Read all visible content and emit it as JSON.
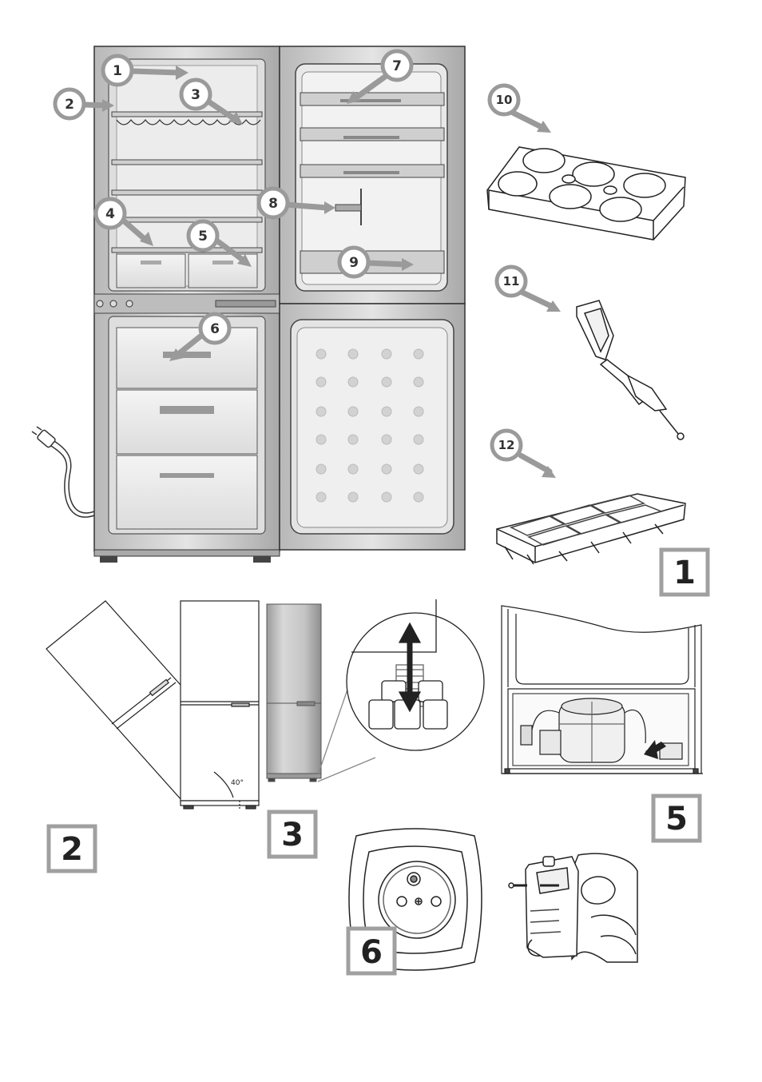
{
  "callouts": {
    "c1": "1",
    "c2": "2",
    "c3": "3",
    "c4": "4",
    "c5": "5",
    "c6": "6",
    "c7": "7",
    "c8": "8",
    "c9": "9",
    "c10": "10",
    "c11": "11",
    "c12": "12"
  },
  "figures": {
    "f1": "1",
    "f2": "2",
    "f3": "3",
    "f5": "5",
    "f6": "6"
  },
  "tilt_angle": "40°",
  "colors": {
    "callout_gray": "#9a9a9a",
    "fridge_steel": "#c8c8c8",
    "line": "#222222"
  }
}
